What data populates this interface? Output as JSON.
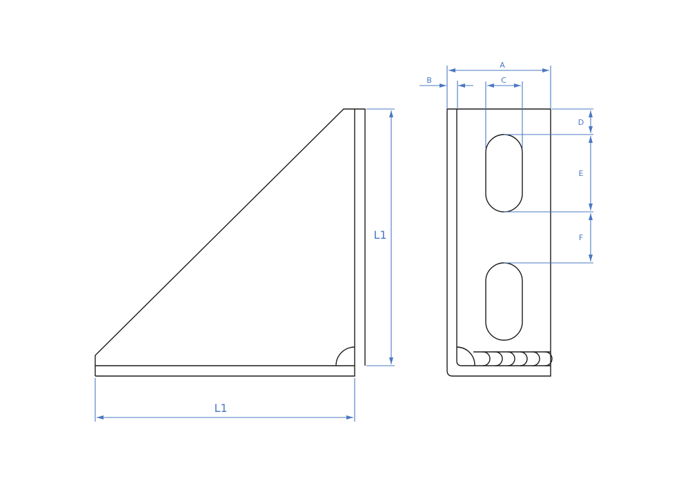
{
  "labels": {
    "side_height": "L1",
    "side_width": "L1",
    "a": "A",
    "b": "B",
    "c": "C",
    "d": "D",
    "e": "E",
    "f": "F"
  },
  "colors": {
    "dimension": "#4a78c2",
    "outline": "#1a1a1a"
  }
}
